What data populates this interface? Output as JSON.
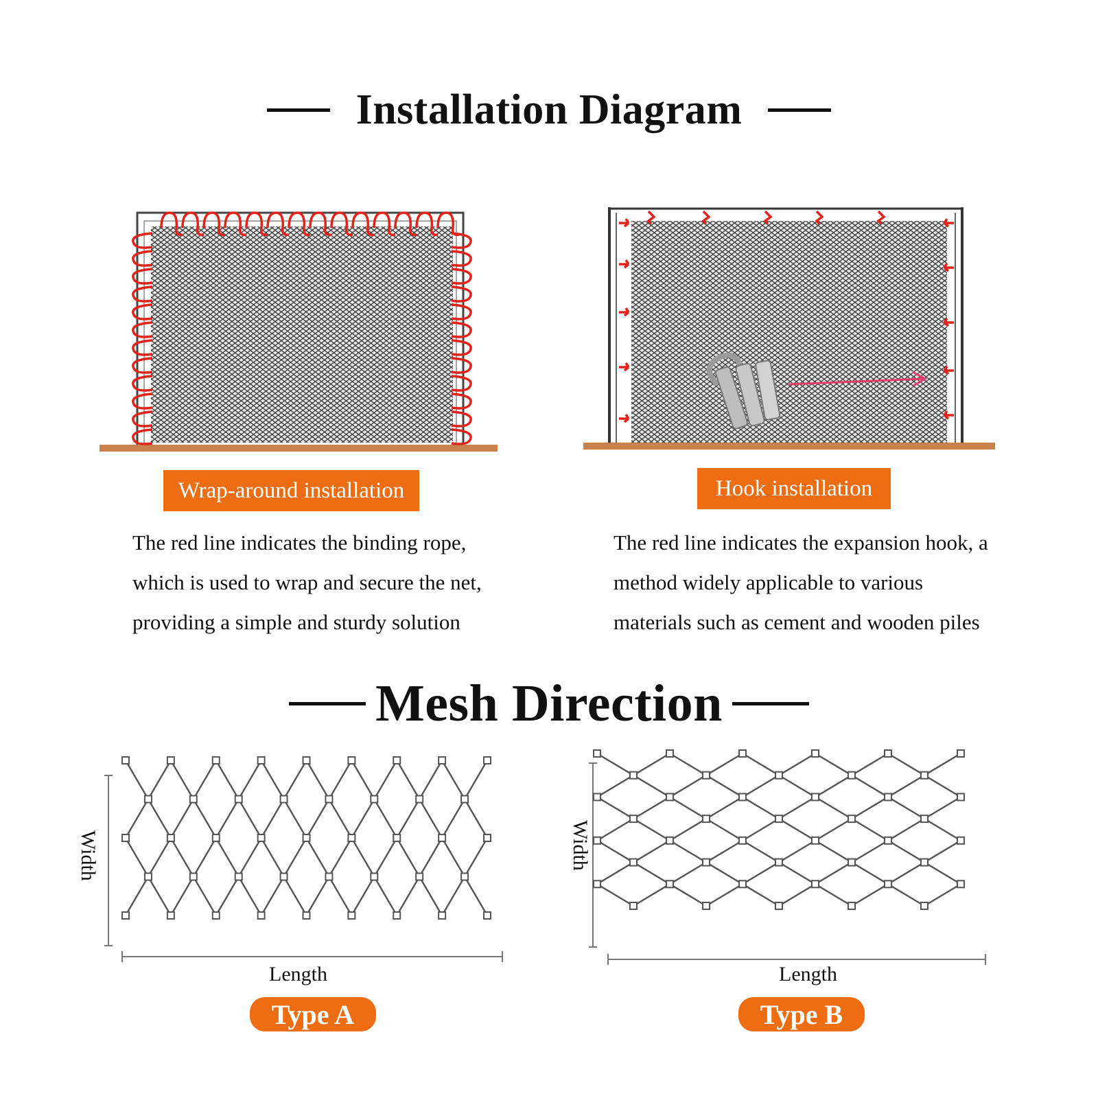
{
  "colors": {
    "accent": "#ee6c12",
    "rope": "#e2231a",
    "ground": "#c8814a",
    "frame": "#333333",
    "mesh": "#555555"
  },
  "installation": {
    "title": "Installation Diagram",
    "wrap": {
      "tag": "Wrap-around installation",
      "desc": [
        "The red line indicates the binding rope,",
        "which is used to wrap and secure the net,",
        "providing a simple and sturdy solution"
      ]
    },
    "hook": {
      "tag": "Hook installation",
      "desc": [
        "The red line indicates the expansion hook, a",
        "method widely applicable to various",
        "materials such as cement and wooden piles"
      ],
      "icon": "expansion-hook-icon"
    }
  },
  "mesh": {
    "title": "Mesh Direction",
    "type_a": {
      "label": "Type A",
      "width_label": "Width",
      "length_label": "Length"
    },
    "type_b": {
      "label": "Type B",
      "width_label": "Width",
      "length_label": "Length"
    }
  }
}
